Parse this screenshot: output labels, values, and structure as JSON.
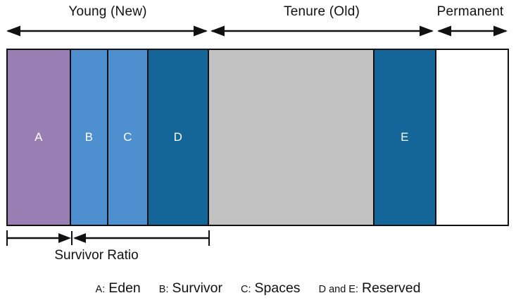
{
  "diagram": {
    "generations": [
      {
        "label": "Young (New)"
      },
      {
        "label": "Tenure (Old)"
      },
      {
        "label": "Permanent"
      }
    ],
    "regions": [
      {
        "letter": "A",
        "color": "#9a7fb5"
      },
      {
        "letter": "B",
        "color": "#4e8fd0"
      },
      {
        "letter": "C",
        "color": "#4e8fd0"
      },
      {
        "letter": "D",
        "color": "#146699"
      },
      {
        "letter": "",
        "color": "#c2c2c2"
      },
      {
        "letter": "E",
        "color": "#146699"
      },
      {
        "letter": "",
        "color": "#ffffff"
      }
    ],
    "survivor_ratio": {
      "label": "Survivor Ratio"
    },
    "legend": [
      {
        "prefix": "A:",
        "term": "Eden"
      },
      {
        "prefix": "B:",
        "term": "Survivor"
      },
      {
        "prefix": "C:",
        "term": "Spaces"
      },
      {
        "prefix": "D and E:",
        "term": "Reserved"
      }
    ],
    "colors": {
      "eden_purple": "#9a7fb5",
      "survivor_blue": "#4e8fd0",
      "reserved_dark_blue": "#146699",
      "tenured_gray": "#c2c2c2",
      "permanent_white": "#ffffff",
      "line_black": "#111111"
    }
  }
}
